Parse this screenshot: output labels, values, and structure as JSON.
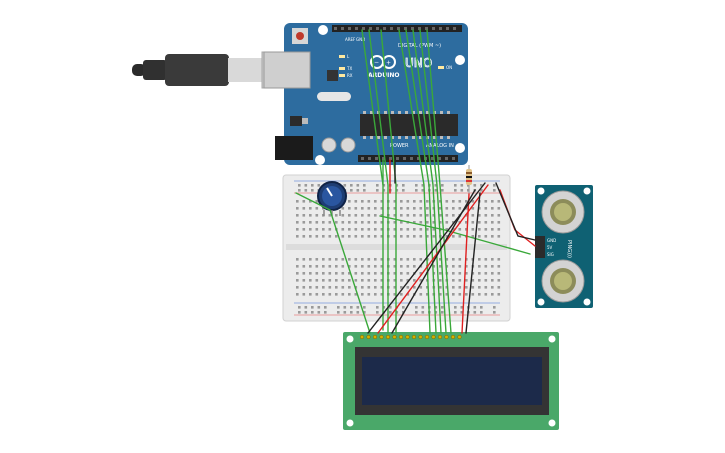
{
  "arduino": {
    "brand": "ARDUINO",
    "model": "UNO",
    "digital_header_label": "DIGITAL (PWM ~)",
    "power_label": "POWER",
    "analog_label": "ANALOG IN",
    "on_label": "ON",
    "tx_label": "TX",
    "rx_label": "RX",
    "l_label": "L",
    "aref_label": "AREF",
    "gnd_label": "GND",
    "board_color": "#2d6c9f"
  },
  "ultrasonic": {
    "pin_labels": [
      "GND",
      "5V",
      "SIG"
    ],
    "name_label": "PING)))",
    "board_color": "#0f6173"
  },
  "lcd": {
    "board_color": "#4aa869",
    "screen_color": "#1c2a4a"
  },
  "wire_colors": {
    "signal": "#3aa83a",
    "power": "#e02020",
    "ground": "#222222"
  }
}
